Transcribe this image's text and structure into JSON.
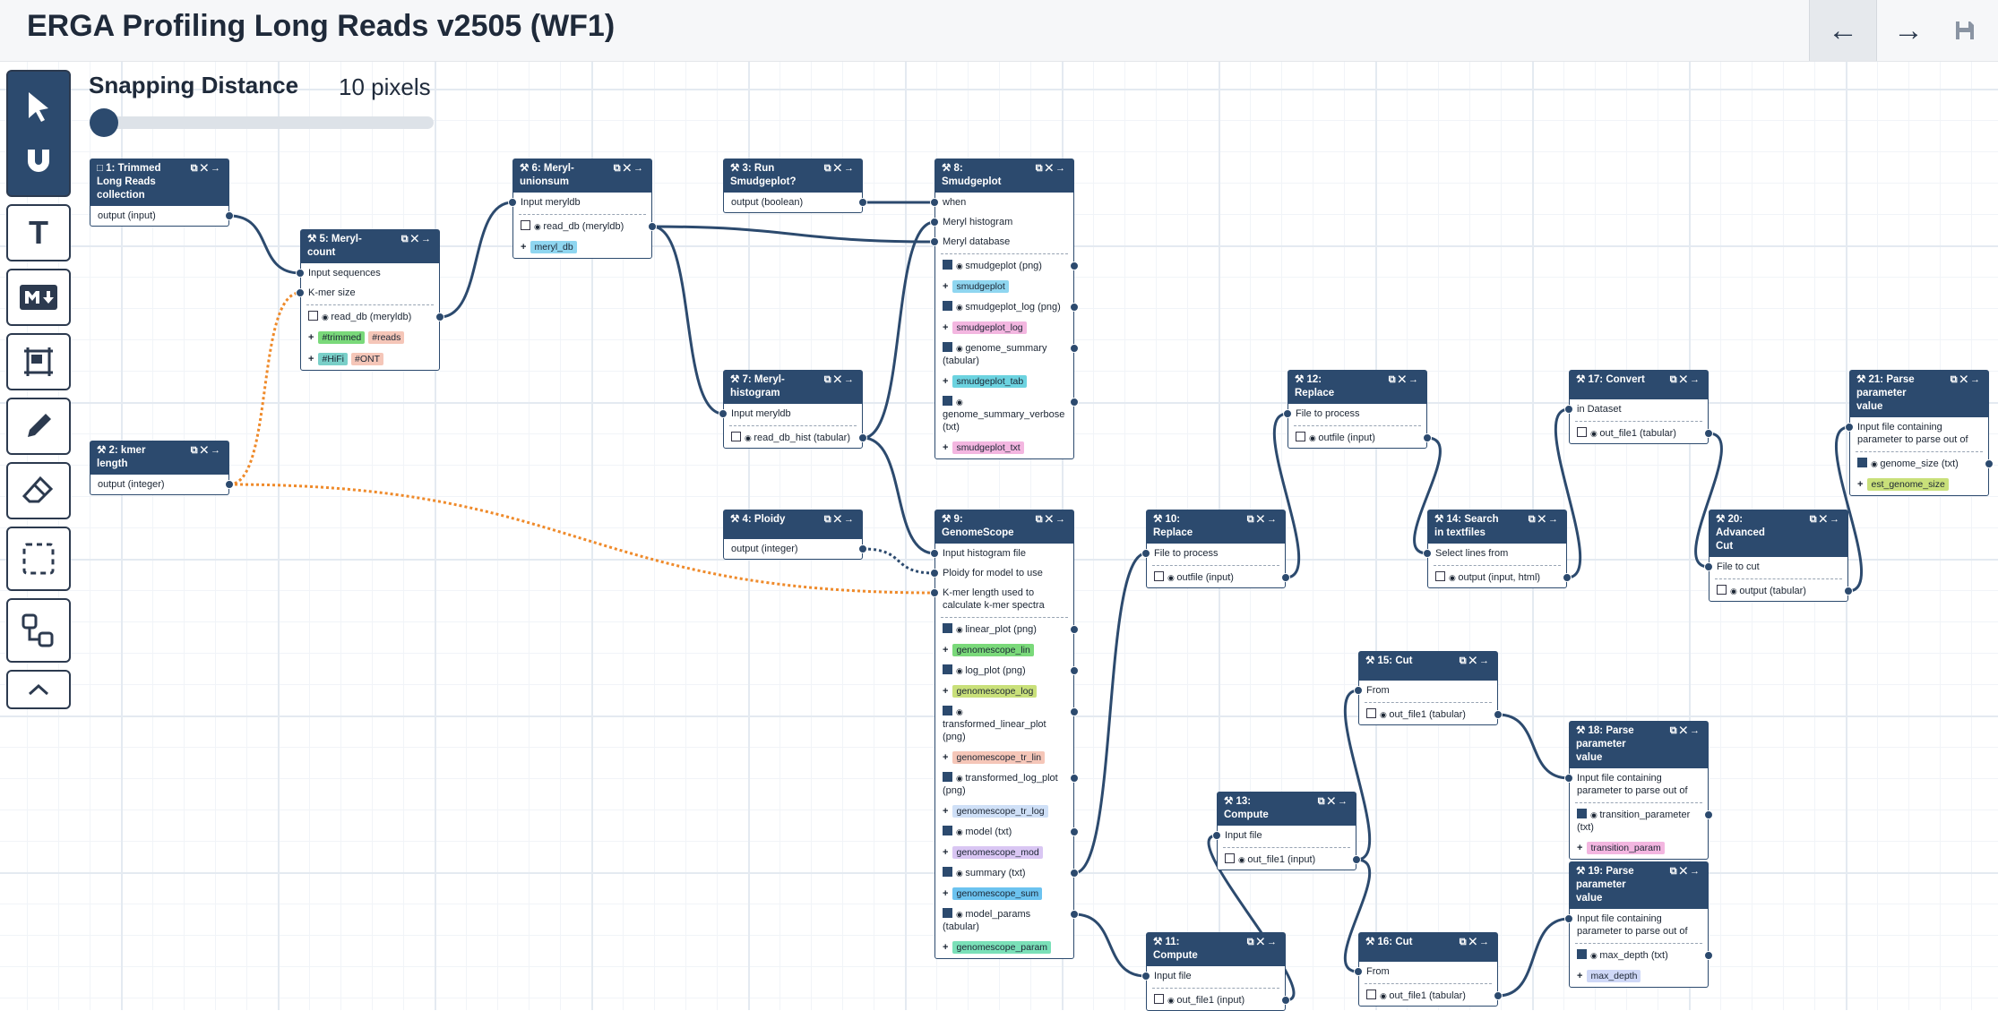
{
  "header": {
    "title": "ERGA Profiling Long Reads v2505 (WF1)"
  },
  "header_icons": {
    "back": "arrow-left-icon",
    "forward": "arrow-right-icon",
    "save": "save-icon"
  },
  "toolbar_icons": [
    "pointer-icon",
    "magnet-icon",
    "text-icon",
    "markdown-icon",
    "frame-icon",
    "pencil-icon",
    "eraser-icon",
    "selection-box-icon",
    "auto-layout-icon",
    "chevron-up-icon"
  ],
  "snapping": {
    "label": "Snapping Distance",
    "value": "10 pixels"
  },
  "colors": {
    "node_header": "#2c4a6e",
    "wire": "#2c4a6e",
    "optional_wire": "#ef8a2a"
  },
  "nodes": [
    {
      "id": "n1",
      "title": "1: Trimmed Long Reads collection",
      "icon": "folder-icon",
      "rows": [
        {
          "text": "output (input)",
          "out": true
        }
      ]
    },
    {
      "id": "n2",
      "title": "2: kmer length",
      "icon": "wrench-icon",
      "rows": [
        {
          "text": "output (integer)",
          "out": true
        }
      ]
    },
    {
      "id": "n3",
      "title": "3: Run Smudgeplot?",
      "icon": "wrench-icon",
      "rows": [
        {
          "text": "output (boolean)",
          "out": true
        }
      ]
    },
    {
      "id": "n4",
      "title": "4: Ploidy",
      "icon": "wrench-icon",
      "rows": [
        {
          "text": "output (integer)",
          "out": true
        }
      ]
    },
    {
      "id": "n5",
      "title": "5: Meryl-count",
      "icon": "wrench-icon",
      "rows": [
        {
          "text": "Input sequences",
          "in": true
        },
        {
          "text": "K-mer size",
          "in": true
        },
        {
          "sep": true
        },
        {
          "text": "read_db (meryldb)",
          "cb": true,
          "out": true
        },
        {
          "tags": [
            {
              "t": "#trimmed",
              "c": "#7ad97a"
            },
            {
              "t": "#reads",
              "c": "#f5c6b8"
            }
          ]
        },
        {
          "tags": [
            {
              "t": "#HiFi",
              "c": "#79cfc8"
            },
            {
              "t": "#ONT",
              "c": "#f5c6b8"
            }
          ]
        }
      ]
    },
    {
      "id": "n6",
      "title": "6: Meryl-unionsum",
      "icon": "wrench-icon",
      "rows": [
        {
          "text": "Input meryldb",
          "in": true
        },
        {
          "sep": true
        },
        {
          "text": "read_db (meryldb)",
          "cb": true,
          "out": true
        },
        {
          "tags": [
            {
              "t": "meryl_db",
              "c": "#8fd6f0"
            }
          ]
        }
      ]
    },
    {
      "id": "n7",
      "title": "7: Meryl-histogram",
      "icon": "wrench-icon",
      "rows": [
        {
          "text": "Input meryldb",
          "in": true
        },
        {
          "sep": true
        },
        {
          "text": "read_db_hist (tabular)",
          "cb": true,
          "out": true
        }
      ]
    },
    {
      "id": "n8",
      "title": "8: Smudgeplot",
      "icon": "wrench-icon",
      "rows": [
        {
          "text": "when",
          "in": true
        },
        {
          "text": "Meryl histogram",
          "in": true
        },
        {
          "text": "Meryl database",
          "in": true
        },
        {
          "sep": true
        },
        {
          "text": "smudgeplot (png)",
          "cb": true,
          "on": true,
          "out": true
        },
        {
          "tags": [
            {
              "t": "smudgeplot",
              "c": "#8fd6f0"
            }
          ]
        },
        {
          "text": "smudgeplot_log (png)",
          "cb": true,
          "on": true,
          "out": true
        },
        {
          "tags": [
            {
              "t": "smudgeplot_log",
              "c": "#f3b6e0"
            }
          ]
        },
        {
          "text": "genome_summary (tabular)",
          "cb": true,
          "on": true,
          "out": true
        },
        {
          "tags": [
            {
              "t": "smudgeplot_tab",
              "c": "#6cd3e0"
            }
          ]
        },
        {
          "text": "genome_summary_verbose (txt)",
          "cb": true,
          "on": true,
          "out": true
        },
        {
          "tags": [
            {
              "t": "smudgeplot_txt",
              "c": "#f3b6e0"
            }
          ]
        }
      ]
    },
    {
      "id": "n9",
      "title": "9: GenomeScope",
      "icon": "wrench-icon",
      "rows": [
        {
          "text": "Input histogram file",
          "in": true
        },
        {
          "text": "Ploidy for model to use",
          "in": true
        },
        {
          "text": "K-mer length used to calculate k-mer spectra",
          "in": true
        },
        {
          "sep": true
        },
        {
          "text": "linear_plot (png)",
          "cb": true,
          "on": true,
          "out": true
        },
        {
          "tags": [
            {
              "t": "genomescope_lin",
              "c": "#7ad97a"
            }
          ]
        },
        {
          "text": "log_plot (png)",
          "cb": true,
          "on": true,
          "out": true
        },
        {
          "tags": [
            {
              "t": "genomescope_log",
              "c": "#c9e07a"
            }
          ]
        },
        {
          "text": "transformed_linear_plot (png)",
          "cb": true,
          "on": true,
          "out": true
        },
        {
          "tags": [
            {
              "t": "genomescope_tr_lin",
              "c": "#f5c6b8"
            }
          ]
        },
        {
          "text": "transformed_log_plot (png)",
          "cb": true,
          "on": true,
          "out": true
        },
        {
          "tags": [
            {
              "t": "genomescope_tr_log",
              "c": "#cfe0f7"
            }
          ]
        },
        {
          "text": "model (txt)",
          "cb": true,
          "on": true,
          "out": true
        },
        {
          "tags": [
            {
              "t": "genomescope_mod",
              "c": "#d9c6f3"
            }
          ]
        },
        {
          "text": "summary (txt)",
          "cb": true,
          "on": true,
          "out": true
        },
        {
          "tags": [
            {
              "t": "genomescope_sum",
              "c": "#6cc3f0"
            }
          ]
        },
        {
          "text": "model_params (tabular)",
          "cb": true,
          "on": true,
          "out": true
        },
        {
          "tags": [
            {
              "t": "genomescope_param",
              "c": "#7ae0b8"
            }
          ]
        }
      ]
    },
    {
      "id": "n10",
      "title": "10: Replace",
      "icon": "wrench-icon",
      "rows": [
        {
          "text": "File to process",
          "in": true
        },
        {
          "sep": true
        },
        {
          "text": "outfile (input)",
          "cb": true,
          "out": true
        }
      ]
    },
    {
      "id": "n11",
      "title": "11: Compute",
      "icon": "wrench-icon",
      "rows": [
        {
          "text": "Input file",
          "in": true
        },
        {
          "sep": true
        },
        {
          "text": "out_file1 (input)",
          "cb": true,
          "out": true
        }
      ]
    },
    {
      "id": "n12",
      "title": "12: Replace",
      "icon": "wrench-icon",
      "rows": [
        {
          "text": "File to process",
          "in": true
        },
        {
          "sep": true
        },
        {
          "text": "outfile (input)",
          "cb": true,
          "out": true
        }
      ]
    },
    {
      "id": "n13",
      "title": "13: Compute",
      "icon": "wrench-icon",
      "rows": [
        {
          "text": "Input file",
          "in": true
        },
        {
          "sep": true
        },
        {
          "text": "out_file1 (input)",
          "cb": true,
          "out": true
        }
      ]
    },
    {
      "id": "n14",
      "title": "14: Search in textfiles",
      "icon": "wrench-icon",
      "rows": [
        {
          "text": "Select lines from",
          "in": true
        },
        {
          "sep": true
        },
        {
          "text": "output (input, html)",
          "cb": true,
          "out": true
        }
      ]
    },
    {
      "id": "n15",
      "title": "15: Cut",
      "icon": "wrench-icon",
      "rows": [
        {
          "text": "From",
          "in": true
        },
        {
          "sep": true
        },
        {
          "text": "out_file1 (tabular)",
          "cb": true,
          "out": true
        }
      ]
    },
    {
      "id": "n16",
      "title": "16: Cut",
      "icon": "wrench-icon",
      "rows": [
        {
          "text": "From",
          "in": true
        },
        {
          "sep": true
        },
        {
          "text": "out_file1 (tabular)",
          "cb": true,
          "out": true
        }
      ]
    },
    {
      "id": "n17",
      "title": "17: Convert",
      "icon": "wrench-icon",
      "rows": [
        {
          "text": "in Dataset",
          "in": true
        },
        {
          "sep": true
        },
        {
          "text": "out_file1 (tabular)",
          "cb": true,
          "out": true
        }
      ]
    },
    {
      "id": "n18",
      "title": "18: Parse parameter value",
      "icon": "wrench-icon",
      "rows": [
        {
          "text": "Input file containing parameter to parse out of",
          "in": true
        },
        {
          "sep": true
        },
        {
          "text": "transition_parameter (txt)",
          "cb": true,
          "on": true,
          "out": true
        },
        {
          "tags": [
            {
              "t": "transition_param",
              "c": "#f3b6e0"
            }
          ]
        }
      ]
    },
    {
      "id": "n19",
      "title": "19: Parse parameter value",
      "icon": "wrench-icon",
      "rows": [
        {
          "text": "Input file containing parameter to parse out of",
          "in": true
        },
        {
          "sep": true
        },
        {
          "text": "max_depth (txt)",
          "cb": true,
          "on": true,
          "out": true
        },
        {
          "tags": [
            {
              "t": "max_depth",
              "c": "#cfd8f7"
            }
          ]
        }
      ]
    },
    {
      "id": "n20",
      "title": "20: Advanced Cut",
      "icon": "wrench-icon",
      "rows": [
        {
          "text": "File to cut",
          "in": true
        },
        {
          "sep": true
        },
        {
          "text": "output (tabular)",
          "cb": true,
          "out": true
        }
      ]
    },
    {
      "id": "n21",
      "title": "21: Parse parameter value",
      "icon": "wrench-icon",
      "rows": [
        {
          "text": "Input file containing parameter to parse out of",
          "in": true
        },
        {
          "sep": true
        },
        {
          "text": "genome_size (txt)",
          "cb": true,
          "on": true,
          "out": true
        },
        {
          "tags": [
            {
              "t": "est_genome_size",
              "c": "#c9e07a"
            }
          ]
        }
      ]
    }
  ]
}
